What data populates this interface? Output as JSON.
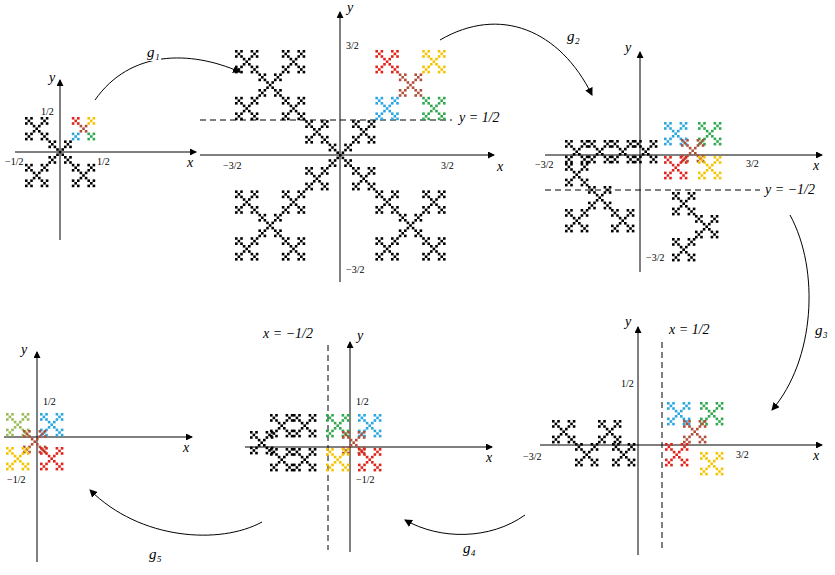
{
  "diagram": {
    "labels": [
      "y",
      "x",
      "1/2",
      "−1/2",
      "1/2",
      "g₁",
      "y",
      "x",
      "3/2",
      "−3/2",
      "3/2",
      "−3/2",
      "y = 1/2",
      "g₂",
      "y",
      "x",
      "−3/2",
      "3/2",
      "−3/2",
      "y = −1/2",
      "g₃",
      "y",
      "x",
      "x = 1/2",
      "1/2",
      "−3/2",
      "3/2",
      "g₄",
      "y",
      "x",
      "x = −1/2",
      "1/2",
      "−1/2",
      "g₅",
      "y",
      "x",
      "1/2",
      "−1/2"
    ]
  }
}
